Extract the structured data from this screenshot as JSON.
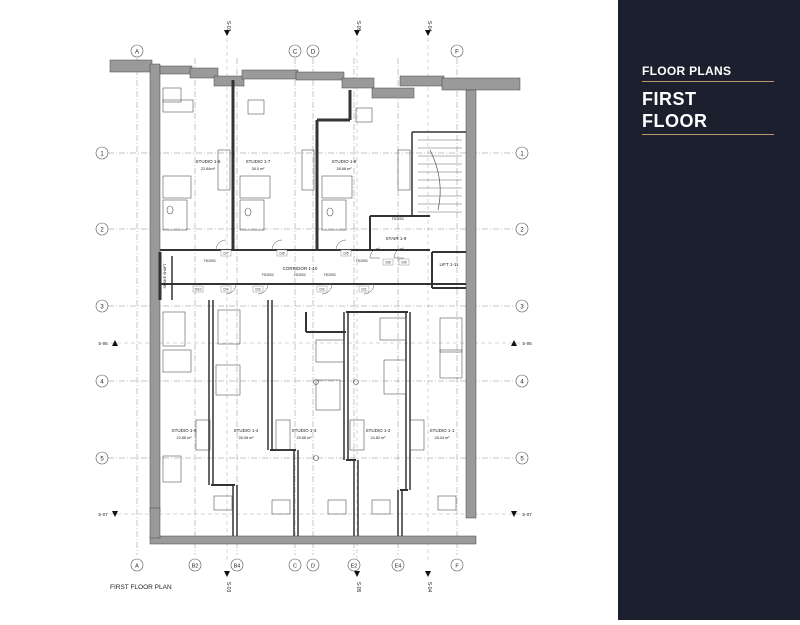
{
  "sidebar": {
    "section_label": "FLOOR PLANS",
    "title_line1": "FIRST",
    "title_line2": "FLOOR",
    "bg_color": "#1c1f2e",
    "accent_color": "#b79c6a"
  },
  "plan": {
    "caption": "FIRST FLOOR PLAN",
    "grid_cols_top": [
      "A",
      "C",
      "D",
      "F"
    ],
    "grid_cols_bottom": [
      "A",
      "B2",
      "B4",
      "C",
      "D",
      "E2",
      "E4",
      "F"
    ],
    "grid_rows": [
      "1",
      "2",
      "3",
      "4",
      "5"
    ],
    "section_markers_top": [
      "S-03",
      "S-05",
      "S-04"
    ],
    "section_markers_bottom": [
      "S-03",
      "S-05",
      "S-04"
    ],
    "section_side": [
      "S-06",
      "S-07"
    ],
    "rooms_top": [
      {
        "name": "STUDIO 1-6",
        "area": "22.84m²"
      },
      {
        "name": "STUDIO 1-7",
        "area": "28.0 m²"
      },
      {
        "name": "STUDIO 1-8",
        "area": "28.68 m²"
      }
    ],
    "rooms_bottom": [
      {
        "name": "STUDIO 1-5",
        "area": "22.88 m²"
      },
      {
        "name": "STUDIO 1-4",
        "area": "26.08 m²"
      },
      {
        "name": "STUDIO 1-3",
        "area": "29.68 m²"
      },
      {
        "name": "STUDIO 1-2",
        "area": "24.82 m²"
      },
      {
        "name": "STUDIO 1-1",
        "area": "28.04 m²"
      }
    ],
    "corridor": "CORRIDOR 1-10",
    "stair": "STAIR 1-9",
    "lift": "LIFT 1-11",
    "riser": "SMOKE SHAFT",
    "door_tags": [
      "D/7",
      "D/6",
      "D/5",
      "D/4",
      "D/3",
      "D/2",
      "D/1",
      "D/8",
      "D/9",
      "D/10"
    ],
    "fire_tag": "FD30SC"
  }
}
